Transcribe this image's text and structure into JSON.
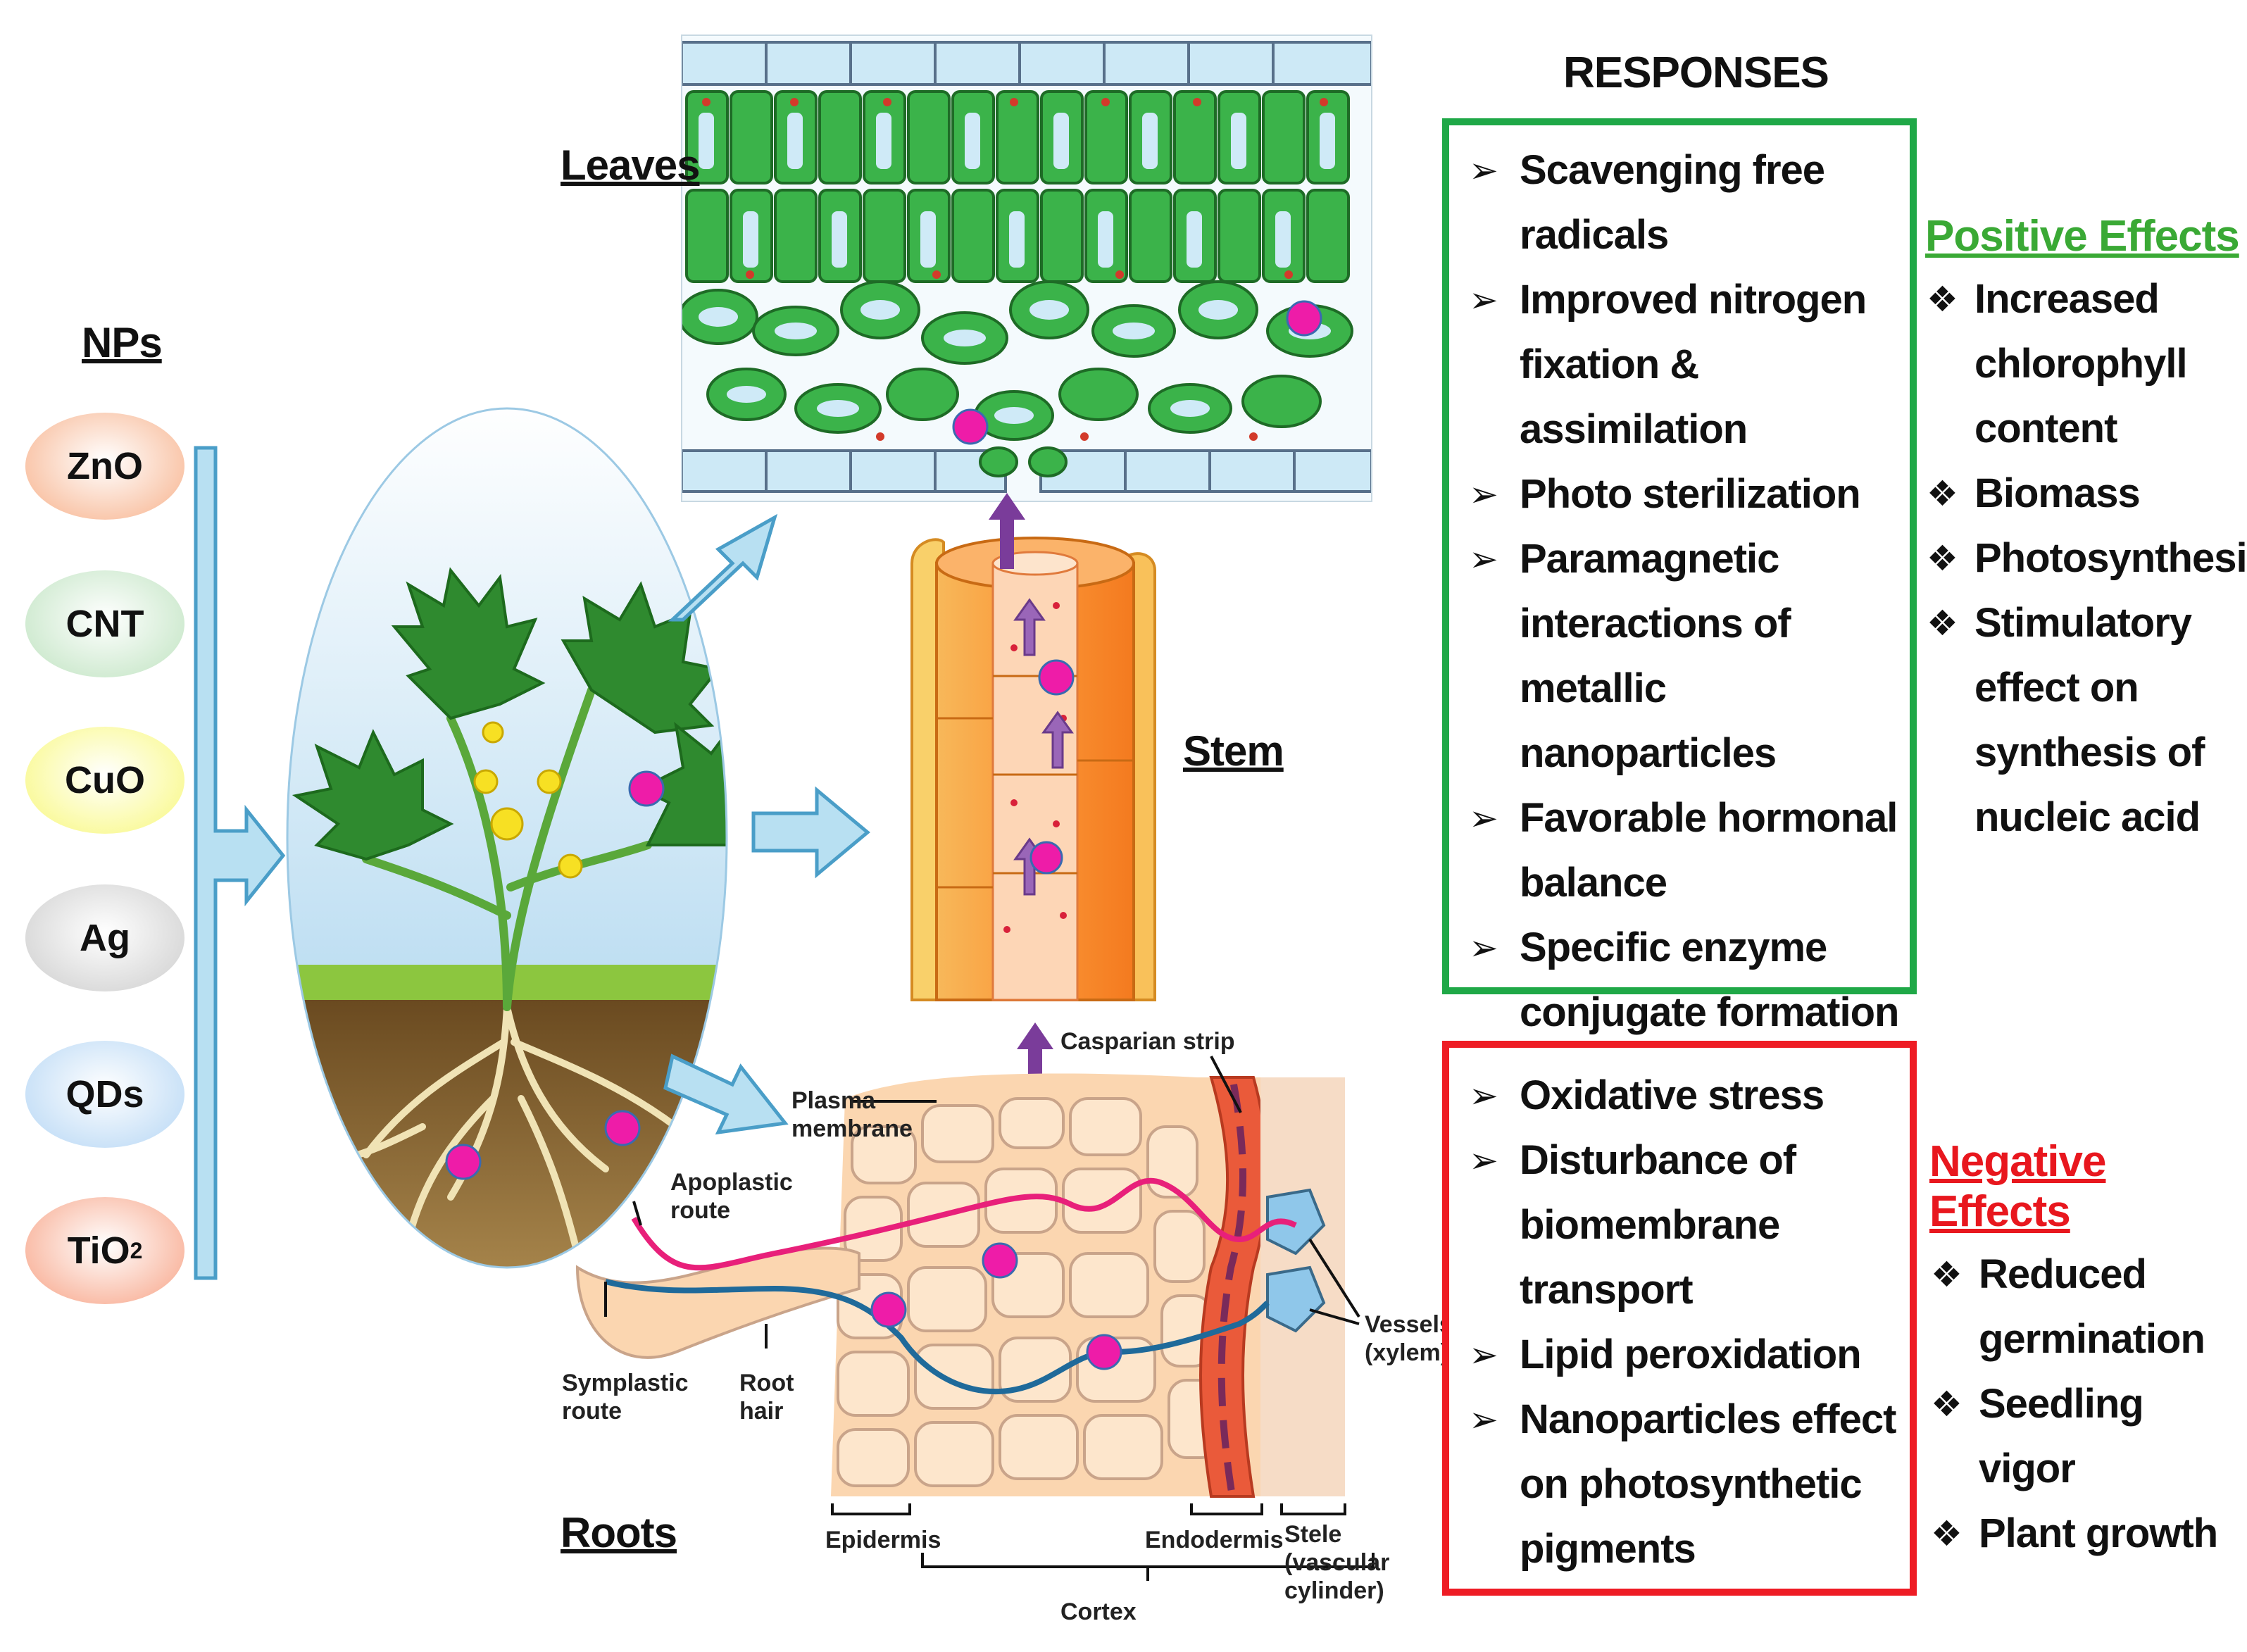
{
  "headings": {
    "nps": "NPs",
    "leaves": "Leaves",
    "stem": "Stem",
    "roots": "Roots",
    "responses": "RESPONSES"
  },
  "nanoparticles": [
    {
      "label": "ZnO",
      "color": "#f9c4a7"
    },
    {
      "label": "CNT",
      "color": "#cfead0"
    },
    {
      "label": "CuO",
      "color": "#fafa9c"
    },
    {
      "label": "Ag",
      "color": "#d9d9d9"
    },
    {
      "label": "QDs",
      "color": "#c7e0f7"
    },
    {
      "label": "TiO",
      "sub": "2",
      "color": "#f9b9a3"
    }
  ],
  "root_labels": {
    "casparian_strip": "Casparian strip",
    "plasma_membrane_1": "Plasma",
    "plasma_membrane_2": "membrane",
    "apoplastic_1": "Apoplastic",
    "apoplastic_2": "route",
    "symplastic_1": "Symplastic",
    "symplastic_2": "route",
    "root_hair_1": "Root",
    "root_hair_2": "hair",
    "vessels_1": "Vessels",
    "vessels_2": "(xylem)",
    "epidermis": "Epidermis",
    "endodermis": "Endodermis",
    "stele_1": "Stele",
    "stele_2": "(vascular",
    "stele_3": "cylinder)",
    "cortex": "Cortex"
  },
  "positive_responses": [
    "Scavenging free radicals",
    "Improved nitrogen fixation & assimilation",
    "Photo sterilization",
    "Paramagnetic interactions of metallic nanoparticles",
    "Favorable hormonal balance",
    "Specific enzyme conjugate formation"
  ],
  "negative_responses": [
    "Oxidative stress",
    "Disturbance of biomembrane transport",
    "Lipid peroxidation",
    "Nanoparticles effect on photosynthetic pigments"
  ],
  "positive_effects": {
    "title": "Positive Effects",
    "items": [
      "Increased chlorophyll content",
      "Biomass",
      "Photosynthesis",
      "Stimulatory effect on synthesis of nucleic acid"
    ]
  },
  "negative_effects": {
    "title": "Negative Effects",
    "items": [
      "Reduced germination",
      "Seedling vigor",
      "Plant growth"
    ]
  },
  "colors": {
    "positive": "#1fa847",
    "negative": "#ee1c24",
    "positive_title": "#3aa935",
    "negative_title": "#e8171e",
    "nanoparticle_dot": "#ee1ca8",
    "arrow_fill": "#b8e0f2",
    "arrow_stroke": "#4a9ec8",
    "transport_arrow": "#7a3c9a"
  }
}
